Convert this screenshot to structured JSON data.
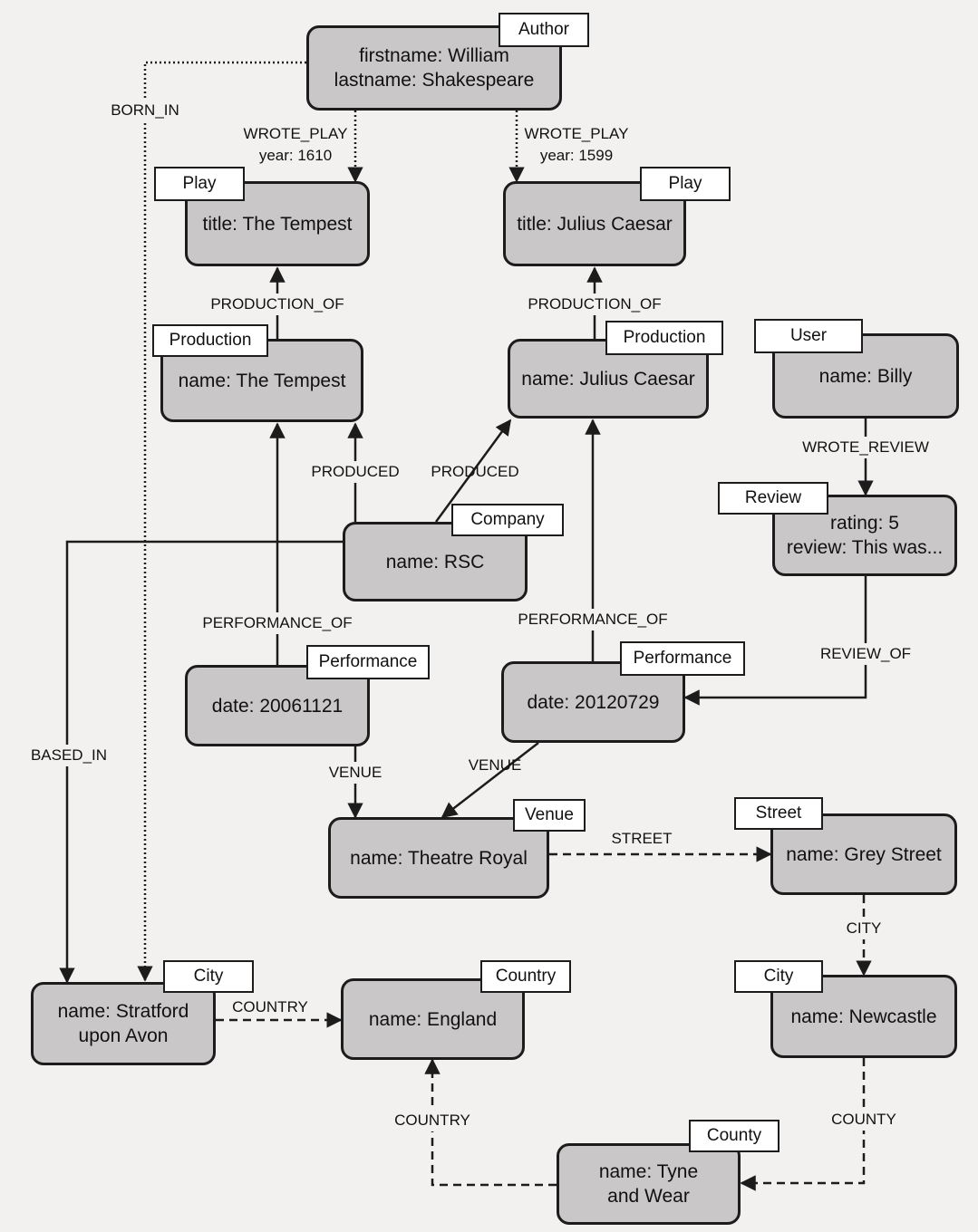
{
  "nodes": {
    "author": {
      "label": "Author",
      "lines": [
        "firstname: William",
        "lastname: Shakespeare"
      ]
    },
    "play_tempest": {
      "label": "Play",
      "lines": [
        "title: The Tempest"
      ]
    },
    "play_caesar": {
      "label": "Play",
      "lines": [
        "title: Julius Caesar"
      ]
    },
    "prod_tempest": {
      "label": "Production",
      "lines": [
        "name: The Tempest"
      ]
    },
    "prod_caesar": {
      "label": "Production",
      "lines": [
        "name: Julius Caesar"
      ]
    },
    "user": {
      "label": "User",
      "lines": [
        "name: Billy"
      ]
    },
    "review": {
      "label": "Review",
      "lines": [
        "rating: 5",
        "review: This was..."
      ]
    },
    "company": {
      "label": "Company",
      "lines": [
        "name: RSC"
      ]
    },
    "perf_2006": {
      "label": "Performance",
      "lines": [
        "date: 20061121"
      ]
    },
    "perf_2012": {
      "label": "Performance",
      "lines": [
        "date: 20120729"
      ]
    },
    "venue": {
      "label": "Venue",
      "lines": [
        "name: Theatre Royal"
      ]
    },
    "street": {
      "label": "Street",
      "lines": [
        "name: Grey Street"
      ]
    },
    "city_stratford": {
      "label": "City",
      "lines": [
        "name: Stratford",
        "upon Avon"
      ]
    },
    "country": {
      "label": "Country",
      "lines": [
        "name: England"
      ]
    },
    "city_newcastle": {
      "label": "City",
      "lines": [
        "name: Newcastle"
      ]
    },
    "county": {
      "label": "County",
      "lines": [
        "name: Tyne",
        "and Wear"
      ]
    }
  },
  "edges": {
    "born_in": "BORN_IN",
    "wrote_play_1": [
      "WROTE_PLAY",
      "year: 1610"
    ],
    "wrote_play_2": [
      "WROTE_PLAY",
      "year: 1599"
    ],
    "production_of_1": "PRODUCTION_OF",
    "production_of_2": "PRODUCTION_OF",
    "produced_1": "PRODUCED",
    "produced_2": "PRODUCED",
    "wrote_review": "WROTE_REVIEW",
    "review_of": "REVIEW_OF",
    "performance_of_1": "PERFORMANCE_OF",
    "performance_of_2": "PERFORMANCE_OF",
    "based_in": "BASED_IN",
    "venue_1": "VENUE",
    "venue_2": "VENUE",
    "street": "STREET",
    "city": "CITY",
    "country_1": "COUNTRY",
    "country_2": "COUNTRY",
    "county": "COUNTY"
  }
}
